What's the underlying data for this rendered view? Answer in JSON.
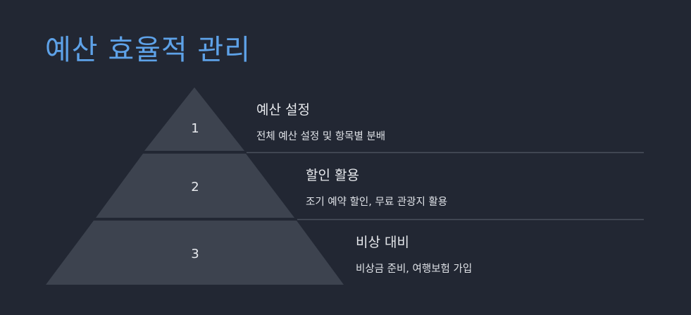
{
  "page": {
    "title": "예산 효율적 관리",
    "accent_color": "#5ea2e8",
    "background_color": "#222733",
    "tier_color": "#3d434f",
    "divider_color": "#4a505c"
  },
  "tiers": [
    {
      "number": "1",
      "heading": "예산 설정",
      "description": "전체 예산 설정 및 항목별 분배"
    },
    {
      "number": "2",
      "heading": "할인 활용",
      "description": "조기 예약 할인, 무료 관광지 활용"
    },
    {
      "number": "3",
      "heading": "비상 대비",
      "description": "비상금 준비, 여행보험 가입"
    }
  ]
}
